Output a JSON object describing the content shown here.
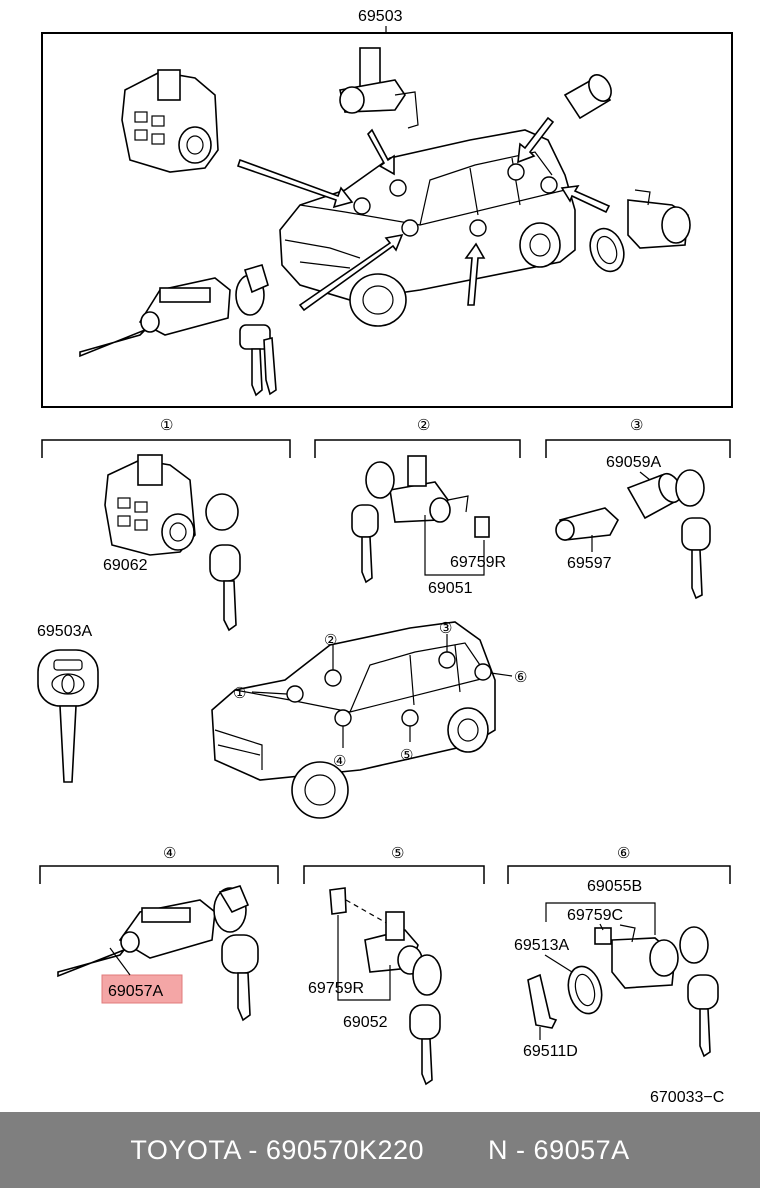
{
  "diagram": {
    "top_label": "69503",
    "groups": [
      {
        "marker": "①",
        "parts": [
          "69062"
        ]
      },
      {
        "marker": "②",
        "parts": [
          "69759R",
          "69051"
        ]
      },
      {
        "marker": "③",
        "parts": [
          "69059A",
          "69597"
        ]
      },
      {
        "marker": "④",
        "parts": [
          "69057A"
        ]
      },
      {
        "marker": "⑤",
        "parts": [
          "69759R",
          "69052"
        ]
      },
      {
        "marker": "⑥",
        "parts": [
          "69055B",
          "69759C",
          "69513A",
          "69511D"
        ]
      }
    ],
    "key_label": "69503A",
    "highlighted_part": "69057A",
    "vehicle_callouts": [
      "①",
      "②",
      "③",
      "④",
      "⑤",
      "⑥"
    ],
    "drawing_code": "670033−C"
  },
  "footer": {
    "brand": "TOYOTA",
    "part_number": "690570K220",
    "ref_prefix": "N",
    "ref_code": "69057A",
    "separator": " - "
  },
  "colors": {
    "highlight": "#f4a6a6",
    "footer_bg": "#7f7f7f",
    "footer_text": "#ffffff"
  }
}
